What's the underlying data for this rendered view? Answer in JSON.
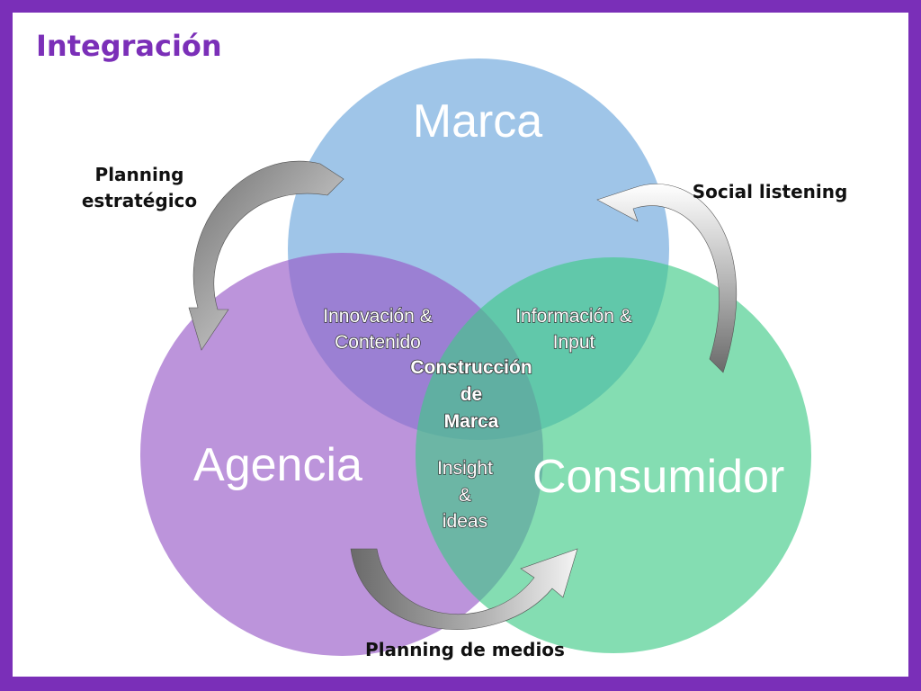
{
  "title": "Integración",
  "circles": {
    "marca": "Marca",
    "agencia": "Agencia",
    "consumidor": "Consumidor"
  },
  "overlaps": {
    "marca_agencia": [
      "Innovación &",
      "Contenido"
    ],
    "marca_consumidor": [
      "Información &",
      "Input"
    ],
    "agencia_consumidor": [
      "Insight",
      "&",
      "ideas"
    ],
    "center": [
      "Construcción",
      "de",
      "Marca"
    ]
  },
  "flows": {
    "planning_estrategico": [
      "Planning",
      "estratégico"
    ],
    "social_listening": "Social listening",
    "planning_medios": "Planning de medios"
  },
  "colors": {
    "frame": "#7a2fb8",
    "title": "#7b2fb8",
    "marca": "#8ab8e2",
    "agencia": "#b07bd6",
    "consumidor": "#67d4a0"
  }
}
